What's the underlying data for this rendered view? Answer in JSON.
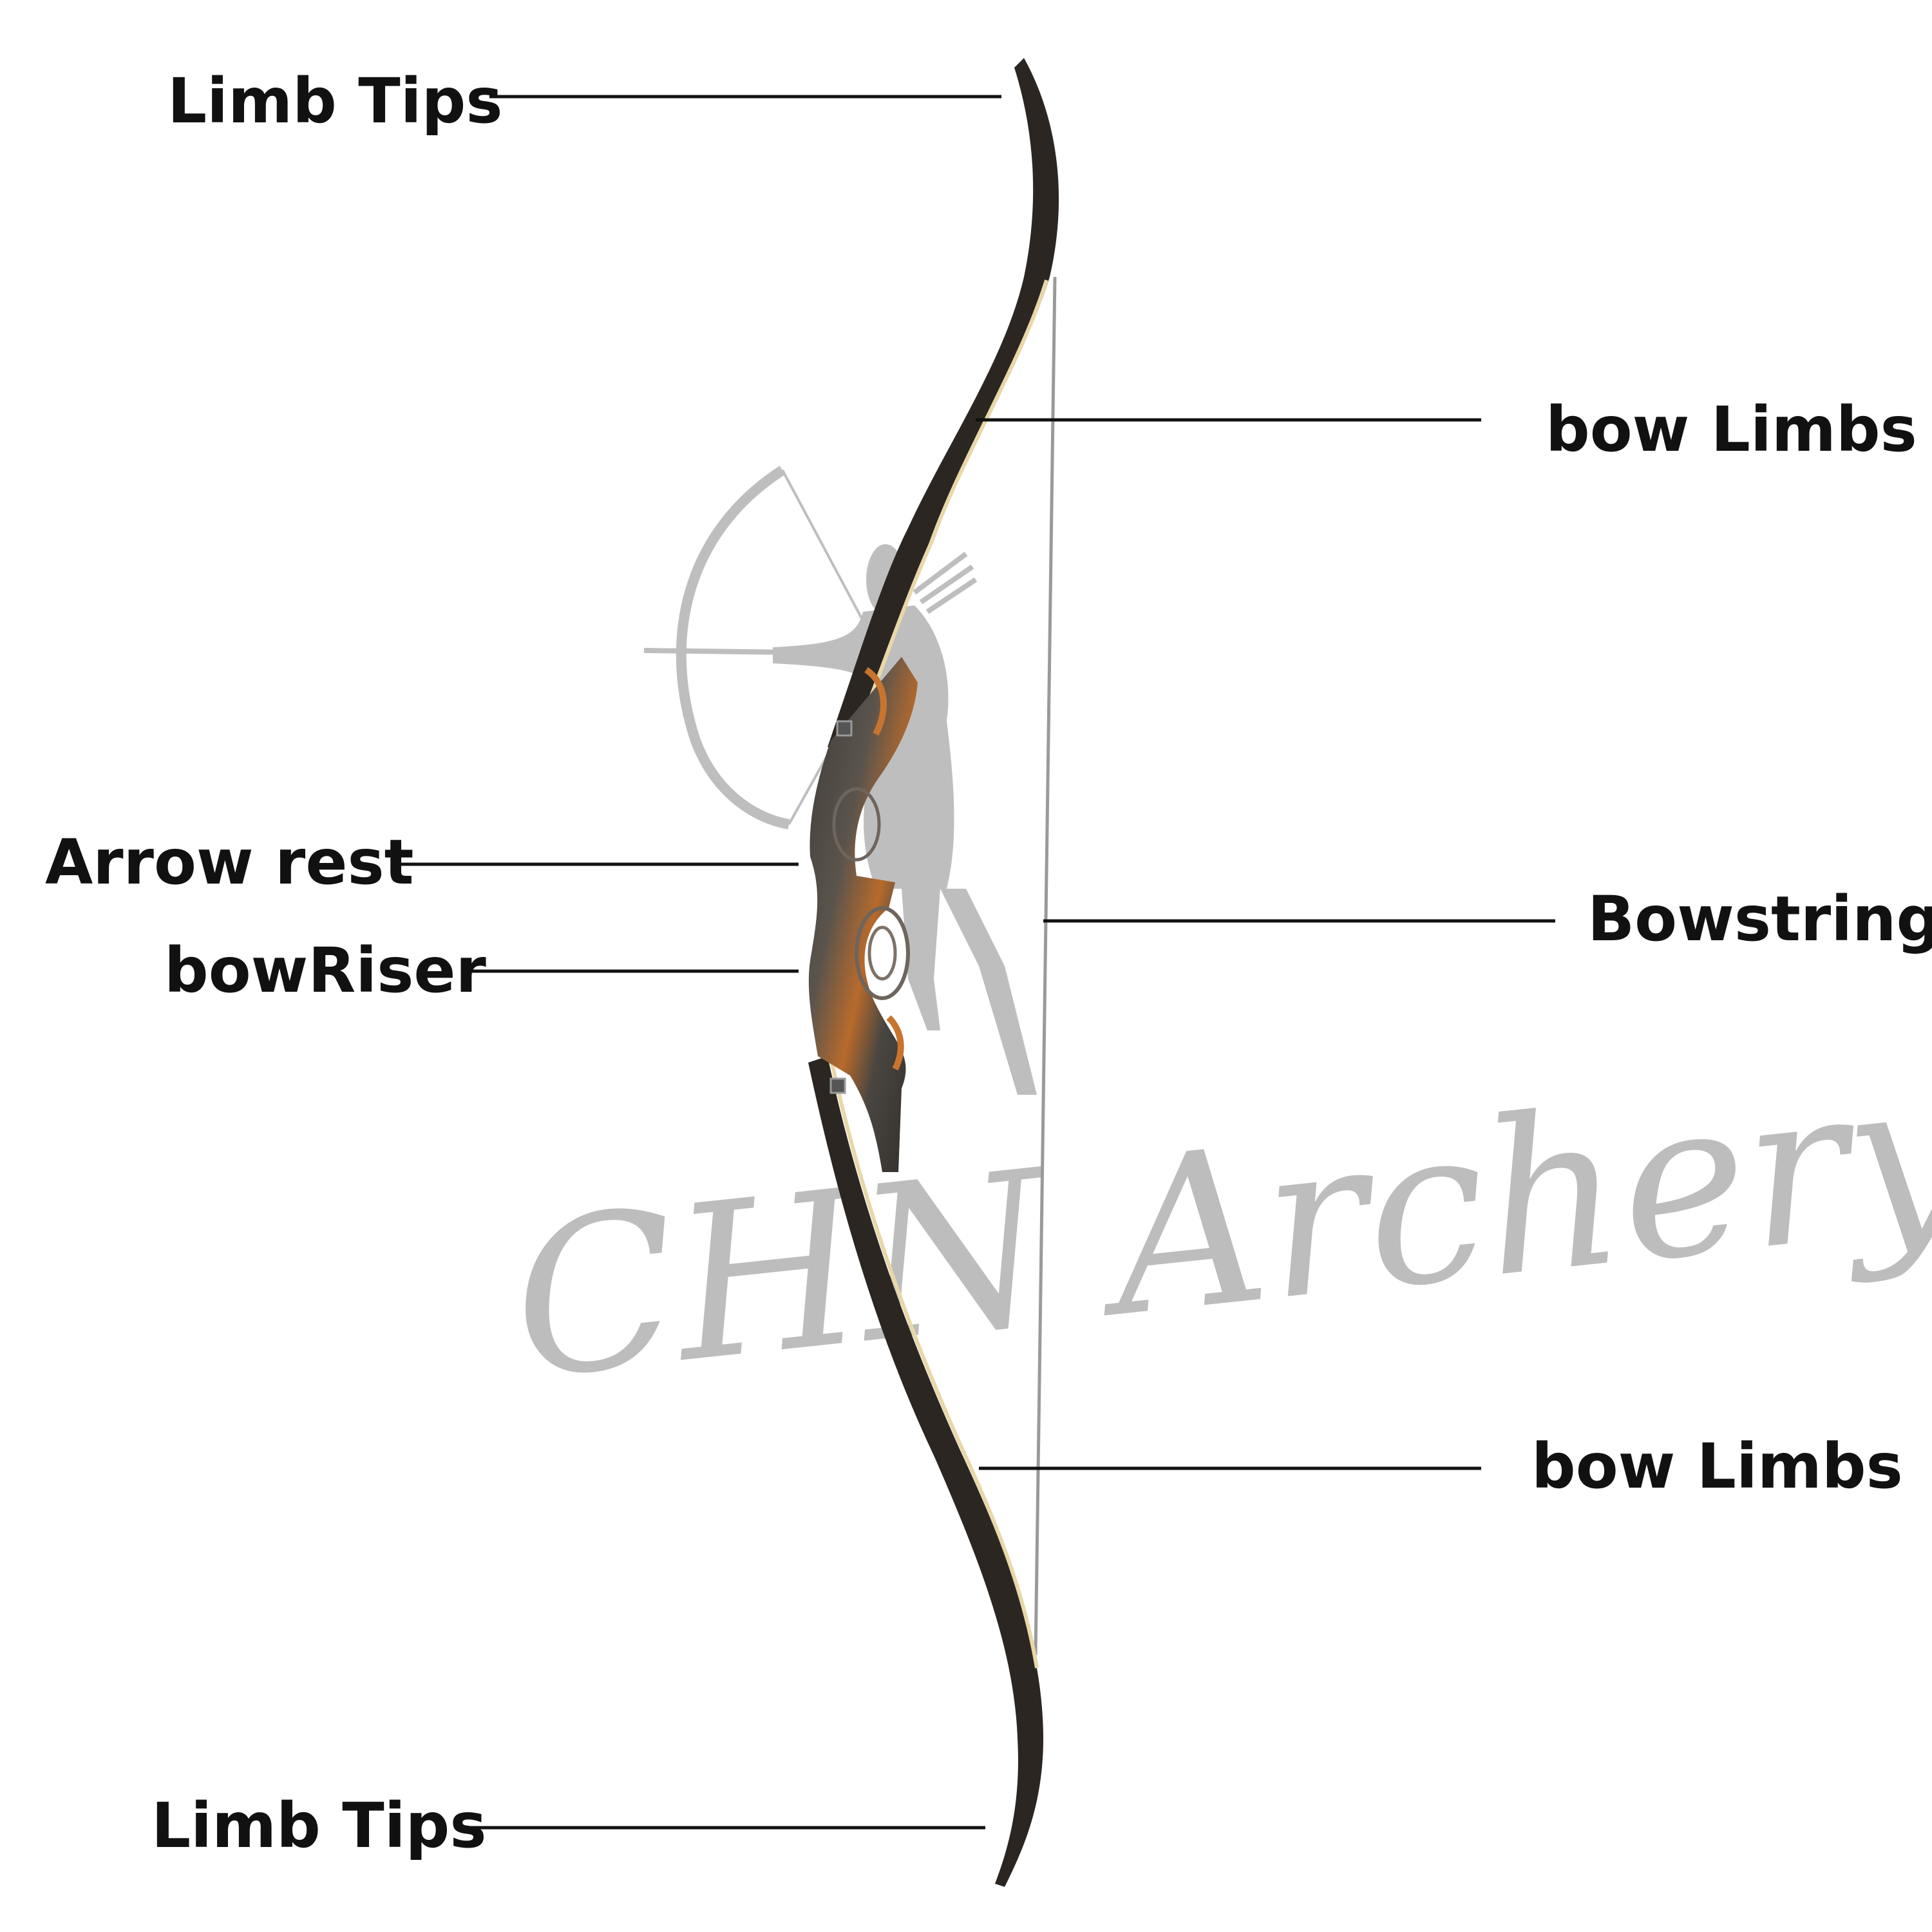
{
  "labels": {
    "limb_tips_top": "Limb Tips",
    "bow_limbs_upper": "bow Limbs",
    "arrow_rest": "Arrow rest",
    "bow_riser": "bowRiser",
    "bowstring": "Bowstring",
    "bow_limbs_lower": "bow Limbs",
    "limb_tips_bottom": "Limb Tips"
  },
  "watermark": {
    "brand": "CHN Archery"
  },
  "colors": {
    "text": "#111111",
    "limb": "#2b2622",
    "limb_edge": "#e8d7a8",
    "riser_dark": "#4a4641",
    "riser_wood": "#b86a2b",
    "string": "#9a9a9a",
    "watermark": "#bdbdbd"
  },
  "icons": {
    "watermark_figure": "archer-silhouette-icon"
  }
}
